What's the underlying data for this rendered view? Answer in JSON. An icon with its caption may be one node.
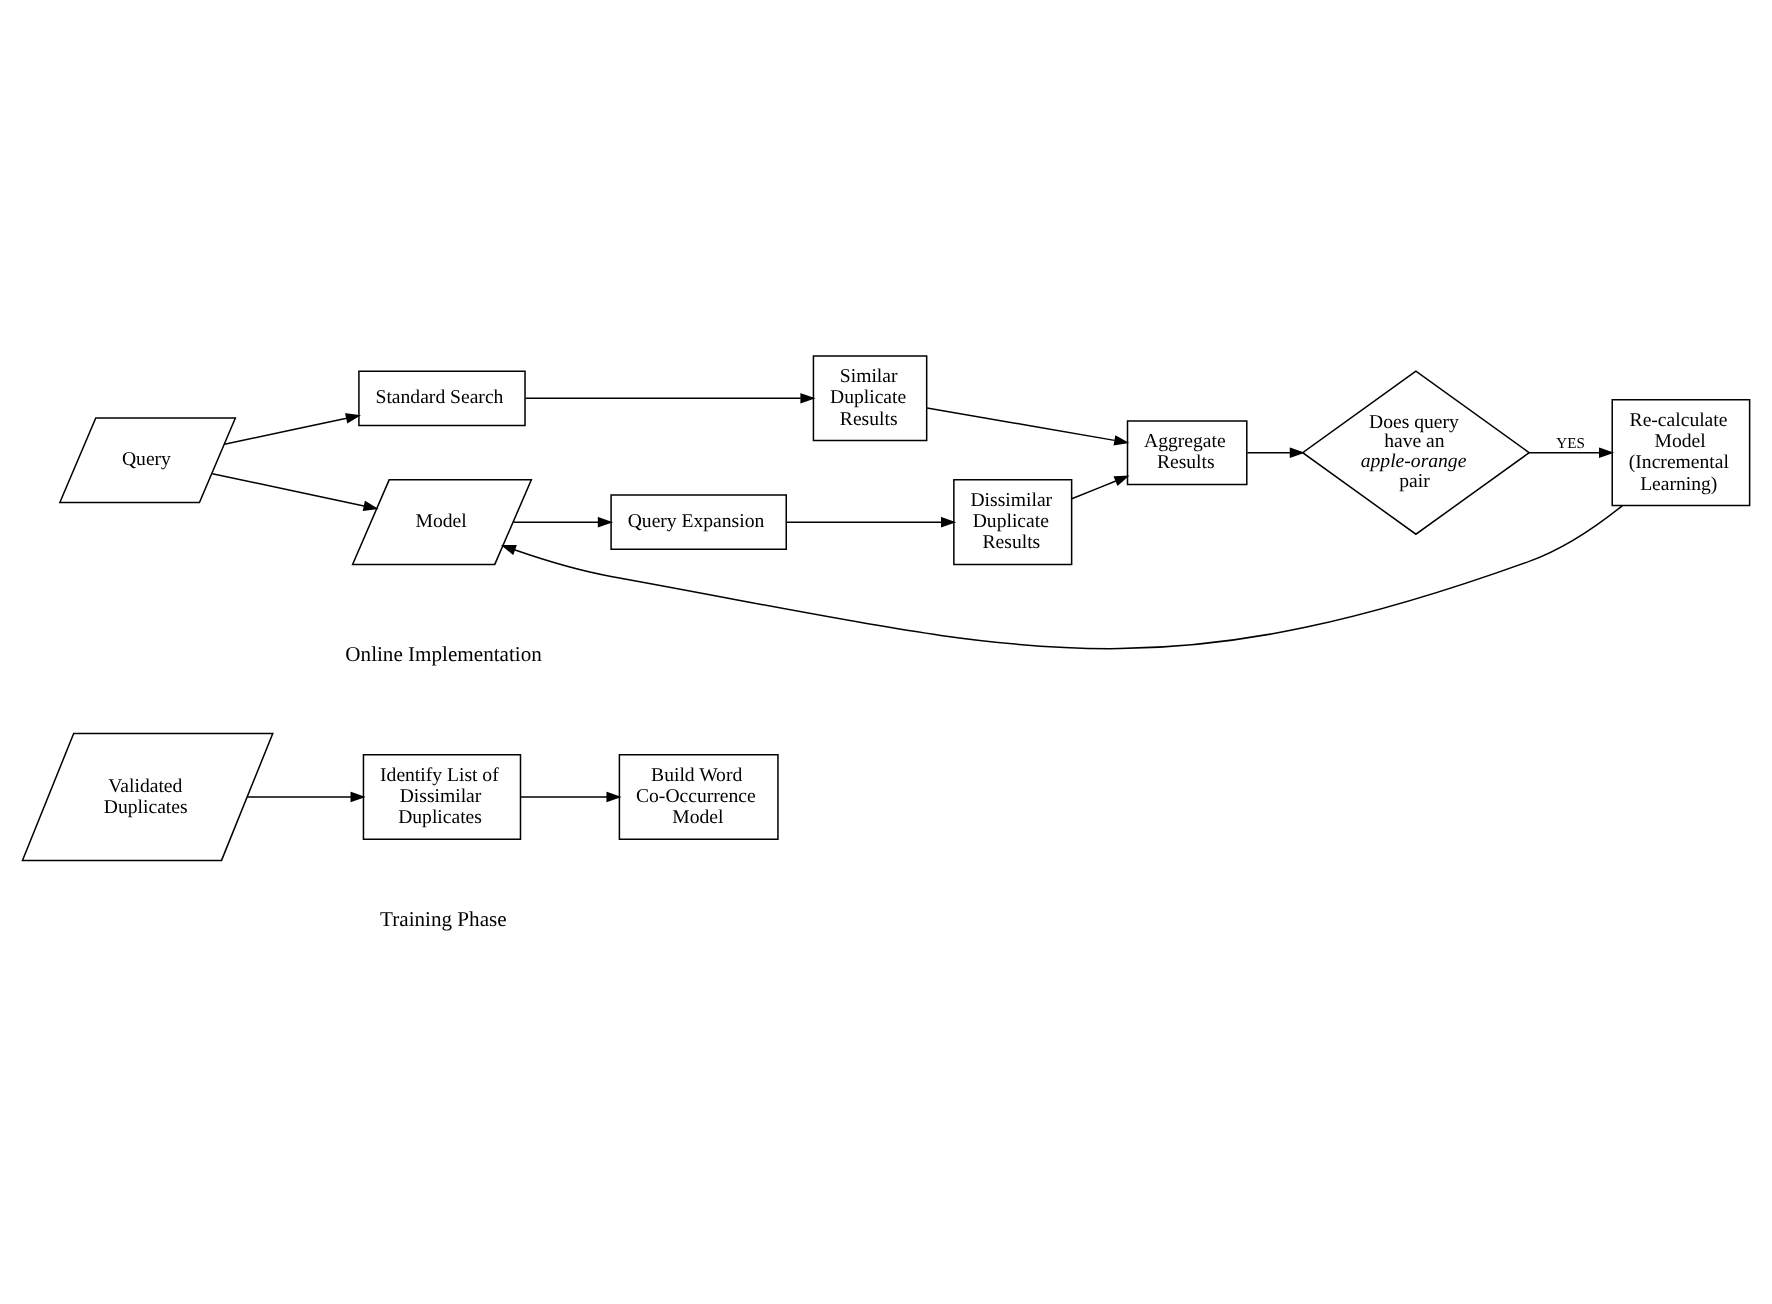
{
  "diagram": {
    "nodes": [
      {
        "text": [
          "Validated Duplicates"
        ]
      },
      {
        "text": [
          "Identify List of Dissimilar Duplicates"
        ]
      },
      {
        "text": [
          "Build Word Co-Occurrence Model"
        ]
      },
      {
        "text": [
          "Query"
        ]
      },
      {
        "text": [
          "Standard Search"
        ]
      },
      {
        "text": [
          "Similar Duplicate Results"
        ]
      },
      {
        "text": [
          "Model"
        ]
      },
      {
        "text": [
          "Query Expansion"
        ]
      },
      {
        "text": [
          "Dissimilar Duplicate Results"
        ]
      },
      {
        "text": [
          "Aggregate Results"
        ]
      },
      {
        "text": [
          "Does query have an *apple-orange* pair"
        ]
      },
      {
        "text": [
          "Re-calculate Model (Incremental Learning)"
        ]
      }
    ],
    "edges": [
      {
        "from": 0,
        "to": 1,
        "arrow": "to"
      },
      {
        "from": 1,
        "to": 2,
        "arrow": "to"
      },
      {
        "from": 3,
        "to": 4,
        "arrow": "to"
      },
      {
        "from": 3,
        "to": 6,
        "arrow": "to"
      },
      {
        "from": 4,
        "to": 5,
        "arrow": "to"
      },
      {
        "from": 6,
        "to": 7,
        "arrow": "to"
      },
      {
        "from": 7,
        "to": 8,
        "arrow": "to"
      },
      {
        "from": 5,
        "to": 9,
        "arrow": "to"
      },
      {
        "from": 8,
        "to": 9,
        "arrow": "to"
      },
      {
        "from": 9,
        "to": 10,
        "arrow": "to"
      },
      {
        "from": 10,
        "to": 11,
        "label": "YES",
        "arrow": "to"
      },
      {
        "from": 11,
        "to": 6,
        "arrow": "to"
      }
    ],
    "labels": [
      "Training Phase",
      "Online Implementation"
    ]
  }
}
